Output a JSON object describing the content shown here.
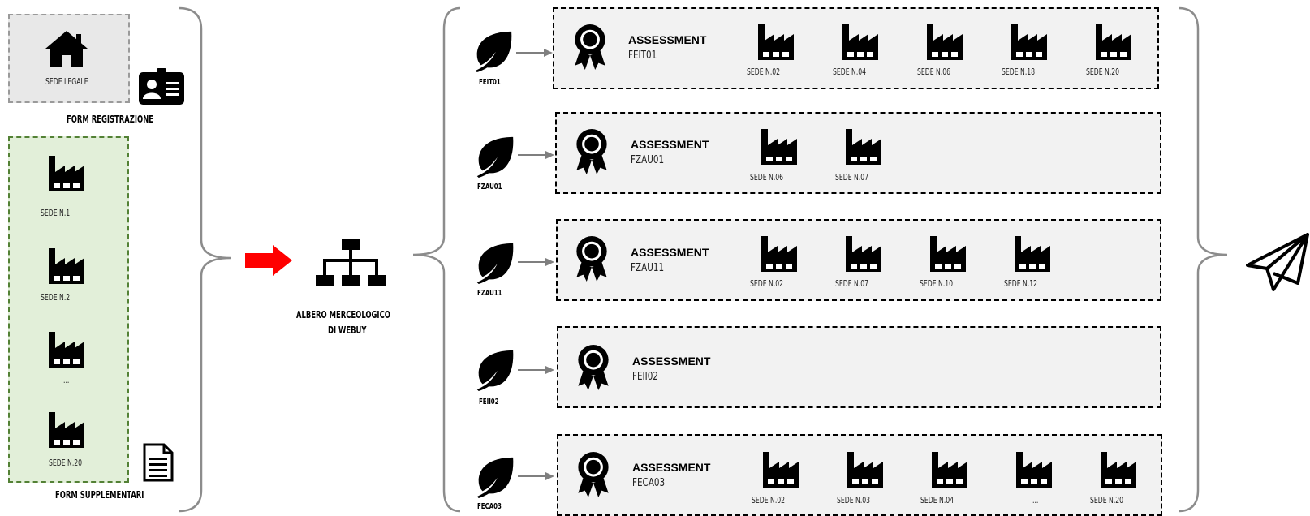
{
  "left": {
    "sede_legale": "SEDE LEGALE",
    "form_registrazione": "FORM REGISTRAZIONE",
    "form_supplementari": "FORM SUPPLEMENTARI",
    "sedi": [
      "SEDE N.1",
      "SEDE N.2",
      "...",
      "SEDE N.20"
    ]
  },
  "center": {
    "tree_label_line1": "ALBERO MERCEOLOGICO",
    "tree_label_line2": "DI WEBUY"
  },
  "assessments": [
    {
      "code": "FEIT01",
      "leaf_label": "FEIT01",
      "title": "ASSESSMENT",
      "sedi": [
        "SEDE N.02",
        "SEDE N.04",
        "SEDE N.06",
        "SEDE N.18",
        "SEDE N.20"
      ]
    },
    {
      "code": "FZAU01",
      "leaf_label": "FZAU01",
      "title": "ASSESSMENT",
      "sedi": [
        "SEDE N.06",
        "SEDE N.07"
      ]
    },
    {
      "code": "FZAU11",
      "leaf_label": "FZAU11",
      "title": "ASSESSMENT",
      "sedi": [
        "SEDE N.02",
        "SEDE N.07",
        "SEDE N.10",
        "SEDE N.12"
      ]
    },
    {
      "code": "FEII02",
      "leaf_label": "FEII02",
      "title": "ASSESSMENT",
      "sedi": []
    },
    {
      "code": "FECA03",
      "leaf_label": "FECA03",
      "title": "ASSESSMENT",
      "sedi": [
        "SEDE N.02",
        "SEDE N.03",
        "SEDE N.04",
        "...",
        "SEDE N.20"
      ]
    }
  ],
  "colors": {
    "arrow": "#ff0000",
    "legal_fill": "#e8e8e8",
    "supp_fill": "#e2efd9",
    "supp_border": "#538135",
    "assess_fill": "#f2f2f2"
  }
}
